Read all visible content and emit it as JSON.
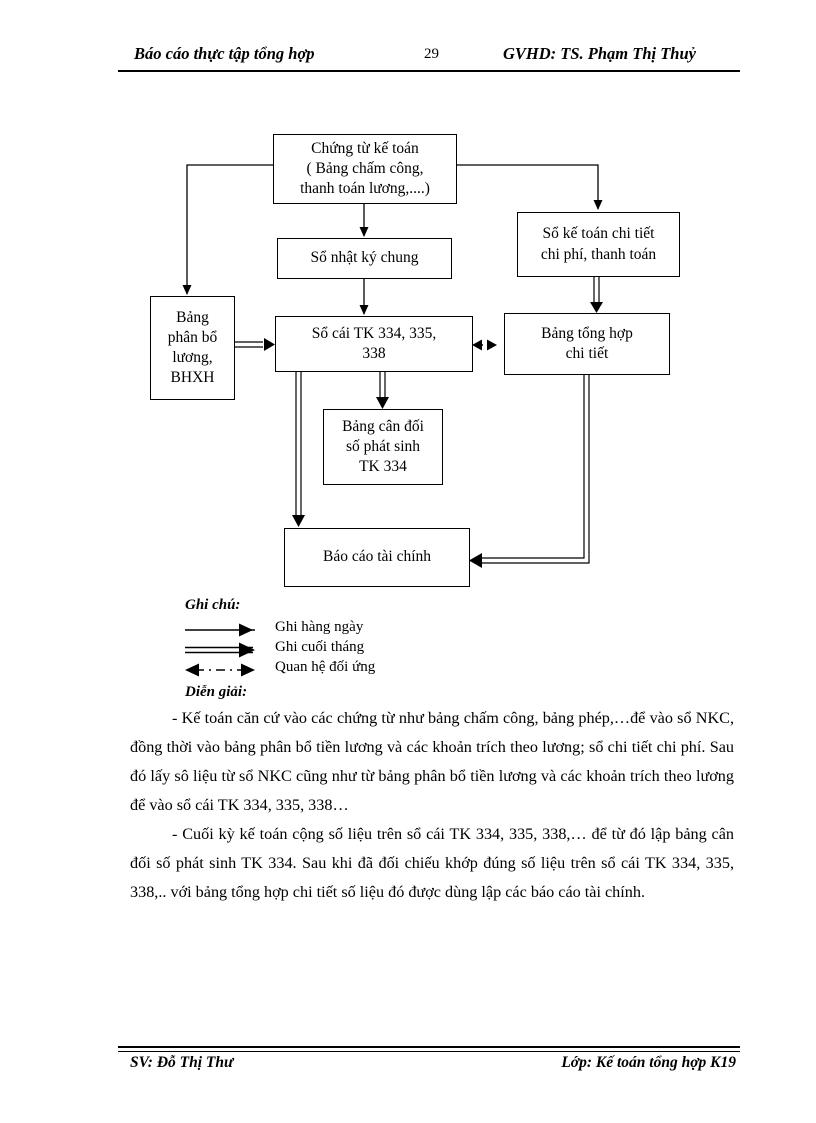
{
  "header": {
    "left_title": "Báo cáo thực tập tổng hợp",
    "page_number": "29",
    "right_title": "GVHD: TS. Phạm Thị Thuỷ"
  },
  "footer": {
    "left": "SV: Đỗ Thị Thư",
    "right": "Lớp: Kế toán tổng hợp K19"
  },
  "diagram": {
    "nodes": [
      {
        "id": "chung-tu-ke-toan",
        "lines": [
          "Chứng từ kế toán",
          "( Bảng chấm công,",
          "thanh toán lương,....)"
        ]
      },
      {
        "id": "so-nhat-ky-chung",
        "lines": [
          "Sổ nhật ký chung"
        ]
      },
      {
        "id": "so-ke-toan-chi-tiet",
        "lines": [
          "Sổ kế toán chi tiết",
          "chi phí, thanh toán"
        ]
      },
      {
        "id": "bang-phan-bo",
        "lines": [
          "Bảng",
          "phân bổ",
          "lương,",
          "BHXH"
        ]
      },
      {
        "id": "so-cai-tk",
        "lines": [
          "Sổ cái TK 334, 335,",
          "338"
        ]
      },
      {
        "id": "bang-tong-hop-chi-tiet",
        "lines": [
          "Bảng tổng hợp",
          "chi tiết"
        ]
      },
      {
        "id": "bang-can-doi",
        "lines": [
          "Bảng cân đối",
          "số phát sinh",
          "TK 334"
        ]
      },
      {
        "id": "bao-cao-tai-chinh",
        "lines": [
          "Báo cáo tài chính"
        ]
      }
    ]
  },
  "legend": {
    "title": "Ghi chú:",
    "rows": [
      {
        "style": "single-arrow",
        "label": "Ghi hàng ngày"
      },
      {
        "style": "double-arrow",
        "label": "Ghi cuối tháng"
      },
      {
        "style": "dashdot-bidirectional",
        "label": "Quan hệ đối ứng"
      }
    ]
  },
  "explanation": {
    "title": "Diễn giải:",
    "paragraphs": [
      "- Kế toán căn cứ vào các chứng từ như bảng chấm công, bảng phép,…để vào sổ NKC, đồng thời vào bảng phân bổ tiền lương và các khoản trích theo lương; sổ chi tiết chi phí. Sau đó lấy sô liệu từ sổ NKC cũng như từ bảng phân bổ tiền lương và các khoản trích theo lương để vào sổ cái TK 334, 335, 338…",
      "- Cuối kỳ kế toán cộng số liệu trên sổ cái TK 334, 335, 338,… để từ đó lập bảng cân đối số phát sinh TK 334. Sau khi đã đối chiếu khớp đúng số liệu trên sổ cái TK 334, 335, 338,.. với bảng tổng hợp chi tiết số liệu đó được dùng lập các báo cáo tài chính."
    ]
  }
}
